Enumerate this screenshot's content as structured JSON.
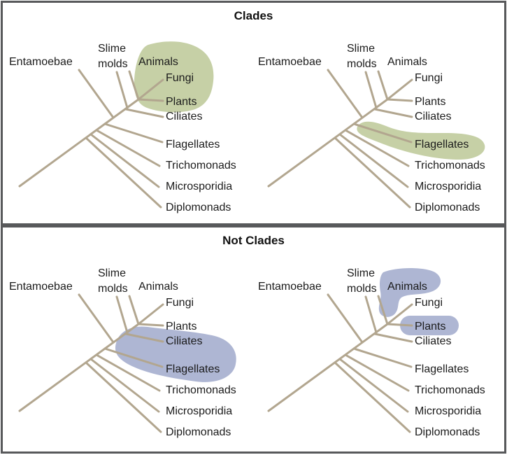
{
  "figure": {
    "description": "Phylogenetic tree figure comparing groupings that are clades with groupings that are not clades"
  },
  "sections": [
    {
      "title": "Clades",
      "panels": [
        {
          "name": "clade-animals-fungi-plants",
          "highlighted_taxa": [
            "Animals",
            "Fungi",
            "Plants"
          ],
          "highlight_color": "#c6d0a6"
        },
        {
          "name": "clade-flagellates",
          "highlighted_taxa": [
            "Flagellates"
          ],
          "highlight_color": "#c6d0a6"
        }
      ]
    },
    {
      "title": "Not Clades",
      "panels": [
        {
          "name": "not-clade-ciliates-flagellates",
          "highlighted_taxa": [
            "Ciliates",
            "Flagellates"
          ],
          "highlight_color": "#aeb6d3"
        },
        {
          "name": "not-clade-animals-plants",
          "highlighted_taxa": [
            "Animals",
            "Plants"
          ],
          "highlight_color": "#aeb6d3"
        }
      ]
    }
  ],
  "taxa": {
    "entamoebae": "Entamoebae",
    "slime_molds": "Slime\nmolds",
    "animals": "Animals",
    "fungi": "Fungi",
    "plants": "Plants",
    "ciliates": "Ciliates",
    "flagellates": "Flagellates",
    "trichomonads": "Trichomonads",
    "microsporidia": "Microsporidia",
    "diplomonads": "Diplomonads"
  },
  "colors": {
    "clade_highlight": "#c6d0a6",
    "not_clade_highlight": "#aeb6d3",
    "branch": "#b2a68f",
    "border": "#58595b",
    "text": "#1b1b1b"
  }
}
